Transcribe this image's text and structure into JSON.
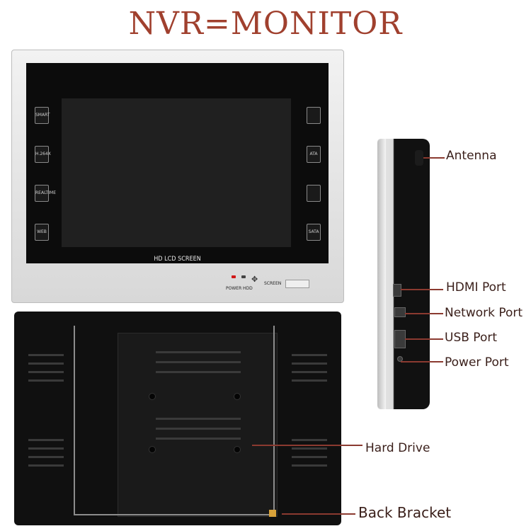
{
  "title": "NVR=MONITOR",
  "monitor": {
    "screen_label": "HD LCD SCREEN",
    "left_icons": [
      "SMART",
      "H.264X",
      "REALTIME",
      "WEB"
    ],
    "right_icons": [
      "",
      "ATA",
      "",
      "SATA"
    ],
    "indicators": [
      "POWER",
      "HDD"
    ],
    "screen_button_label": "SCREEN"
  },
  "labels": {
    "antenna": "Antenna",
    "hdmi": "HDMI Port",
    "network": "Network Port",
    "usb": "USB Port",
    "power": "Power Port",
    "hard_drive": "Hard Drive",
    "back_bracket": "Back Bracket"
  },
  "colors": {
    "title": "#a0402e",
    "callout_line": "#8b3a30",
    "bezel": "#0c0c0c",
    "frame": "#d8d8d8"
  }
}
